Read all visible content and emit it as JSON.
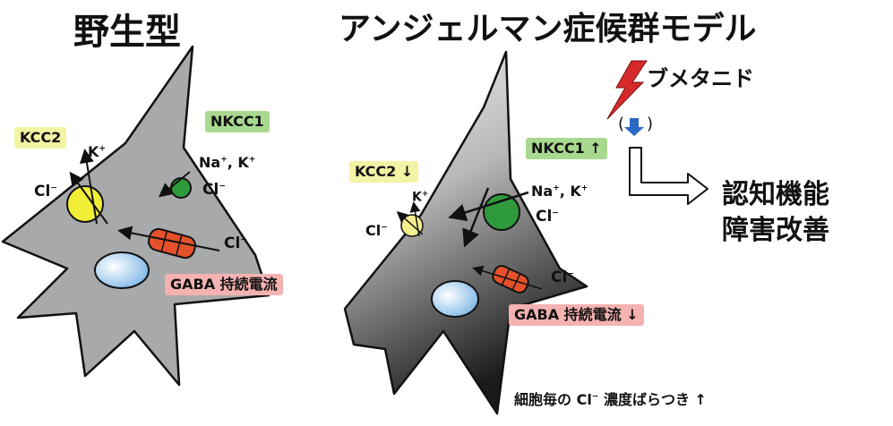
{
  "titles": {
    "wild_type": "野生型",
    "as_model": "アンジェルマン症候群モデル"
  },
  "wild": {
    "kcc2": "KCC2",
    "nkcc1": "NKCC1",
    "k_ion": "K",
    "cl_kcc": "Cl",
    "na_k": "Na",
    "na_k_rest": ",  K",
    "cl_nkcc": "Cl",
    "cl_gaba": "Cl",
    "gaba": "GABA 持続電流"
  },
  "as": {
    "kcc2": "KCC2 ↓",
    "nkcc1": "NKCC1 ↑",
    "k_ion": "K",
    "cl_kcc": "Cl",
    "na_k": "Na",
    "na_k_rest": ",  K",
    "cl_nkcc": "Cl",
    "cl_gaba": "Cl",
    "gaba": "GABA 持続電流 ↓",
    "variability": "細胞毎の",
    "variability_cl": "Cl",
    "variability_rest": " 濃度ばらつき ↑"
  },
  "drug": {
    "name": "ブメタニド",
    "paren_open": "(",
    "paren_close": ")"
  },
  "outcome": {
    "line1": "認知機能",
    "line2": "障害改善"
  },
  "colors": {
    "cell_gray": "#a8a9ab",
    "kcc2_fill": "#f1ee35",
    "nkcc1_fill": "#2e9a3c",
    "gaba_channel": "#e4512b",
    "nucleus": "#9ec8ea",
    "lightning": "#d62a2a",
    "arrow_blue": "#2a68c4"
  },
  "icons": {
    "drug": "lightning-icon",
    "down": "down-arrow-icon",
    "result": "hollow-arrow-icon"
  }
}
